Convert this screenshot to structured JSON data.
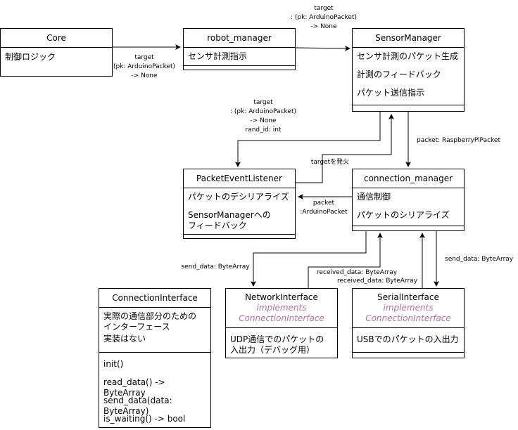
{
  "classes": {
    "core": {
      "name": "Core",
      "members": [
        "制御ロジック"
      ]
    },
    "robot_manager": {
      "name": "robot_manager",
      "members": [
        "センサ計測指示"
      ]
    },
    "sensor_manager": {
      "name": "SensorManager",
      "members": [
        "センサ計測のパケット生成",
        "計測のフィードバック",
        "パケット送信指示"
      ]
    },
    "packet_event_listener": {
      "name": "PacketEventListener",
      "members": [
        "パケットのデシリアライズ",
        "SensorManagerへの\nフィードバック"
      ]
    },
    "connection_manager": {
      "name": "connection_manager",
      "members": [
        "通信制御",
        "パケットのシリアライズ"
      ]
    },
    "connection_interface": {
      "name": "ConnectionInterface",
      "members": [
        "実際の通信部分のための\nインターフェース",
        "実装はない"
      ],
      "methods": [
        "init()",
        "read_data() -> ByteArray",
        "send_data(data: ByteArray)",
        "is_waiting() -> bool"
      ]
    },
    "network_interface": {
      "name": "NetworkInterface",
      "stereotype": "implements\nConnectionInterface",
      "members": [
        "UDP通信でのパケットの\n入出力（デバッグ用）"
      ]
    },
    "serial_interface": {
      "name": "SerialInterface",
      "stereotype": "implements\nConnectionInterface",
      "members": [
        "USBでのパケットの入出力"
      ]
    }
  },
  "edges": {
    "core_to_robot": "target\n(pk: ArduinoPacket)\n-> None",
    "robot_to_sensor": "target\n: (pk: ArduinoPacket)\n-> None",
    "sensor_to_listener": "target\n: (pk: ArduinoPacket)\n-> None\nrand_id: int",
    "listener_fires": "targetを発火",
    "sensor_to_conn": "packet: RaspberryPiPacket",
    "conn_to_listener": "packet\n:ArduinoPacket",
    "conn_to_network": "send_data: ByteArray",
    "network_to_conn": "received_data: ByteArray",
    "serial_to_conn": "received_data: ByteArray",
    "conn_to_serial": "send_data: ByteArray"
  },
  "colors": {
    "line": "#000000",
    "stereotype": "#b5739d"
  }
}
